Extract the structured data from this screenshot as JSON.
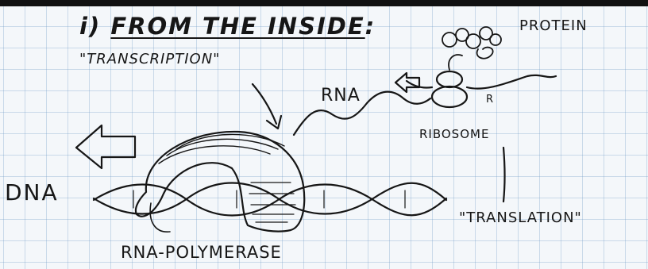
{
  "heading": {
    "prefix": "i)",
    "text": "FROM THE INSIDE",
    "suffix": ":"
  },
  "labels": {
    "protein": "PROTEIN",
    "transcription": "\"TRANSCRIPTION\"",
    "rna": "RNA",
    "ribosome": "RIBOSOME",
    "dna": "DNA",
    "translation": "\"TRANSLATION\"",
    "rna_polymerase": "RNA-POLYMERASE",
    "ribosome_mark": "R"
  },
  "colors": {
    "ink": "#161616",
    "paper": "#f4f7fa",
    "grid": "#9ab8d6"
  }
}
